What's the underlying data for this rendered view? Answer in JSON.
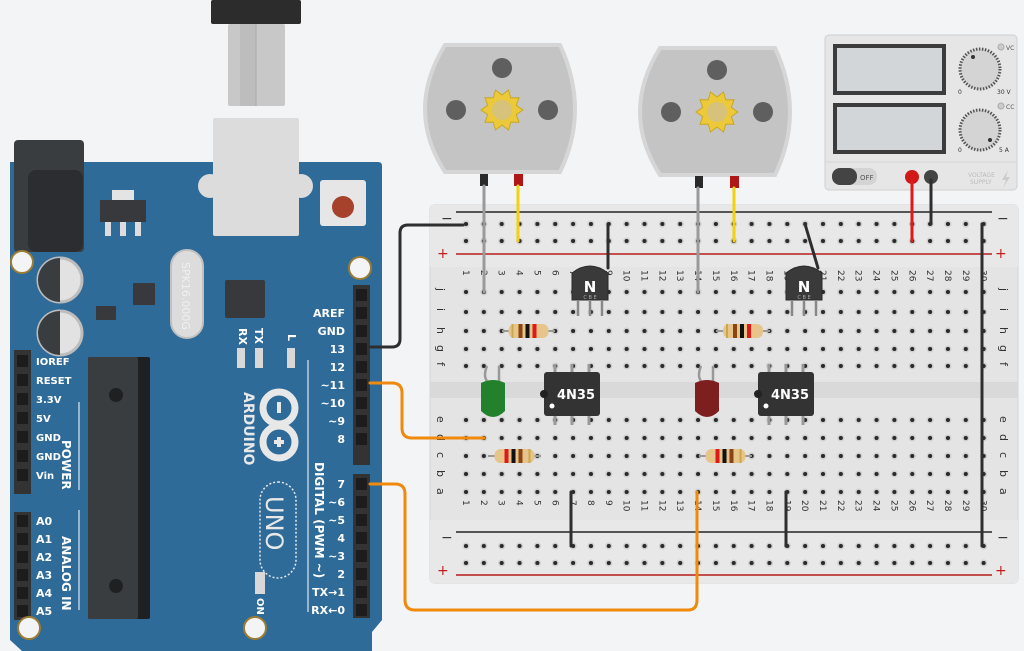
{
  "arduino": {
    "brand": "ARDUINO",
    "model": "UNO",
    "crystal": "SPK16.000G",
    "led_labels": [
      "RX",
      "TX",
      "L"
    ],
    "on_label": "ON",
    "power_header_title": "POWER",
    "analog_header_title": "ANALOG IN",
    "digital_header_title": "DIGITAL (PWM ~)",
    "power_pins": [
      "IOREF",
      "RESET",
      "3.3V",
      "5V",
      "GND",
      "GND",
      "Vin"
    ],
    "analog_pins": [
      "A0",
      "A1",
      "A2",
      "A3",
      "A4",
      "A5"
    ],
    "digital_pins_upper": [
      "AREF",
      "GND",
      "13",
      "12",
      "~11",
      "~10",
      "~9",
      "8"
    ],
    "digital_pins_lower": [
      "7",
      "~6",
      "~5",
      "4",
      "~3",
      "2",
      "TX→1",
      "RX←0"
    ],
    "colors": {
      "board": "#2f6b98",
      "header": "#333333"
    }
  },
  "power_supply": {
    "knob_voltage_min": "0",
    "knob_voltage_max": "30 V",
    "knob_current_min": "0",
    "knob_current_max": "5 A",
    "vc_label": "VC",
    "cc_label": "CC",
    "switch_label": "OFF",
    "brand_line1": "VOLTAGE",
    "brand_line2": "SUPPLY"
  },
  "breadboard": {
    "columns": [
      "1",
      "2",
      "3",
      "4",
      "5",
      "6",
      "7",
      "8",
      "9",
      "10",
      "11",
      "12",
      "13",
      "14",
      "15",
      "16",
      "17",
      "18",
      "19",
      "20",
      "21",
      "22",
      "23",
      "24",
      "25",
      "26",
      "27",
      "28",
      "29",
      "30"
    ],
    "rows_top": [
      "j",
      "i",
      "h",
      "g",
      "f"
    ],
    "rows_bottom": [
      "e",
      "d",
      "c",
      "b",
      "a"
    ],
    "rail_minus": "−",
    "rail_plus": "+"
  },
  "components": {
    "transistor_label": "N",
    "transistor_pins": "C B E",
    "optocoupler_label": "4N35",
    "led1_color": "#23802b",
    "led2_color": "#7d1f1f",
    "wire_orange": "#f08a0c",
    "wire_black": "#2e2e2e",
    "wire_red": "#e01818",
    "wire_yellow": "#f2d20a",
    "gear_color": "#ecc93a"
  }
}
